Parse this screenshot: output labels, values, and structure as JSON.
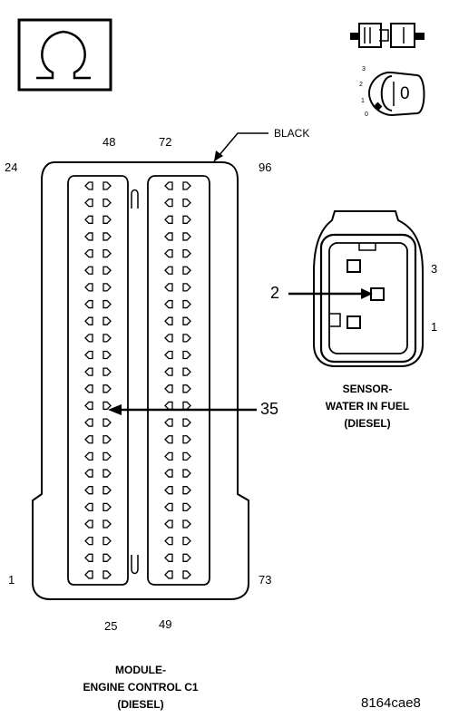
{
  "connector_c1": {
    "color_label": "BLACK",
    "pins": {
      "p48": "48",
      "p72": "72",
      "p24": "24",
      "p96": "96",
      "p1": "1",
      "p73": "73",
      "p25": "25",
      "p49": "49"
    },
    "callout": "35",
    "title_lines": [
      "MODULE-",
      "ENGINE CONTROL C1",
      "(DIESEL)"
    ]
  },
  "sensor": {
    "pins": {
      "p3": "3",
      "p1": "1"
    },
    "callout": "2",
    "title_lines": [
      "SENSOR-",
      "WATER IN FUEL",
      "(DIESEL)"
    ]
  },
  "ignition_positions": [
    "3",
    "2",
    "1",
    "0"
  ],
  "key_label": "0",
  "figure_id": "8164cae8"
}
